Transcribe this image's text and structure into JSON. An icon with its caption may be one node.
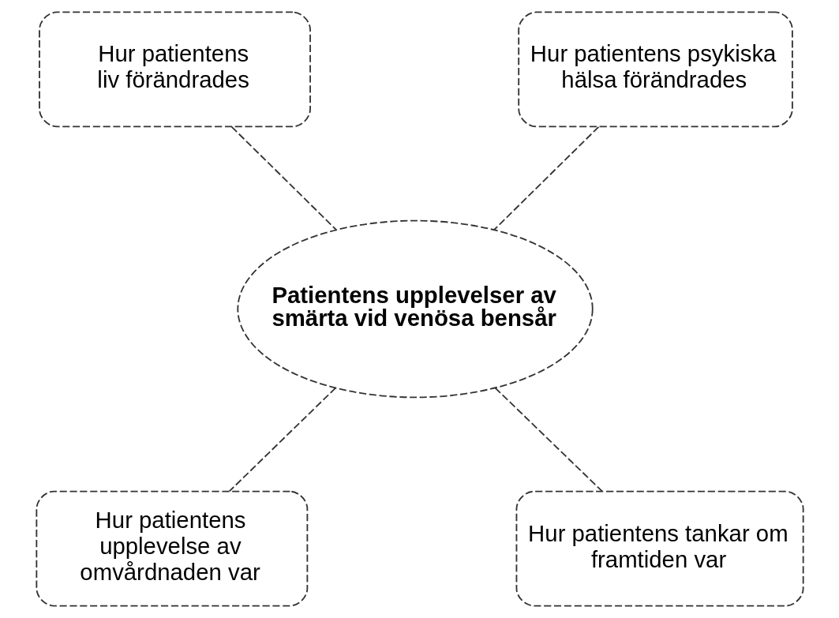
{
  "diagram": {
    "nodes": [
      {
        "text": [
          "Hur patientens liv förändrades"
        ]
      },
      {
        "text": [
          "Hur patientens psykiska hälsa förändrades"
        ]
      },
      {
        "text": [
          "Patientens upplevelser av smärta vid venösa bensår"
        ]
      },
      {
        "text": [
          "Hur patientens upplevelse av omvårdnaden var"
        ]
      },
      {
        "text": [
          "Hur patientens tankar om framtiden var"
        ]
      }
    ],
    "edges": [
      {
        "from": 0,
        "to": 2,
        "arrow": "none",
        "style": "dashed"
      },
      {
        "from": 1,
        "to": 2,
        "arrow": "none",
        "style": "dashed"
      },
      {
        "from": 2,
        "to": 3,
        "arrow": "none",
        "style": "dashed"
      },
      {
        "from": 2,
        "to": 4,
        "arrow": "none",
        "style": "dashed"
      }
    ]
  }
}
